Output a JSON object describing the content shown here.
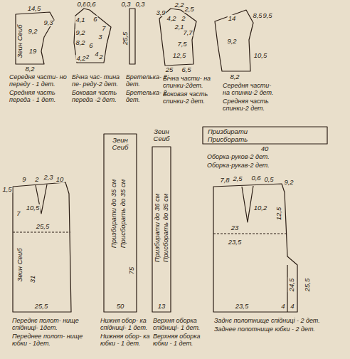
{
  "diagram": {
    "labels": [
      "14,5",
      "9,3",
      "9,2",
      "Зеин Сеиб",
      "19",
      "8,2",
      "Середня части- но переду - 1 дет.",
      "Средняя часть переда - 1 дет.",
      "0,8",
      "0,6",
      "4,1",
      "6",
      "7",
      "9,2",
      "3",
      "8,2",
      "6",
      "4",
      "12",
      "4,2",
      "2",
      "Бічна час- тина пе- реду-2 дет.",
      "Боковая часть переда -2 дет.",
      "0,3",
      "0,3",
      "25,5",
      "Бретелька- 2 дет.",
      "Бретелька- 2 дет.",
      "2,2",
      "2,5",
      "3,9",
      "4,2",
      "2",
      "2,1",
      "7,7",
      "7,5",
      "12,5",
      "25",
      "6,5",
      "Бічна части- на спинки-2дет.",
      "Боковая часть спинки-2 дет.",
      "14",
      "8,5",
      "9,5",
      "9,2",
      "10,5",
      "8,2",
      "Середня части- на спинки-2 дет.",
      "Средняя часть спинки-2 дет.",
      "Призбирати",
      "Присборать",
      "40",
      "Оборка-руков-2 дет.",
      "Оборка-рукав-2 дет.",
      "9",
      "2",
      "2,3",
      "10",
      "1,5",
      "10,5",
      "7",
      "25,5",
      "Зеин Сеиб",
      "31",
      "25,5",
      "Переднє полот- нище спідниці- 1дет.",
      "Переднее полот- нище юбки - 1дет.",
      "Зеин Сеиб",
      "Призбирати до 35 см",
      "Присборать до 35 см",
      "75",
      "50",
      "Нижня обор- ка спідниці- 1 дет.",
      "Нижняя обор- ка юбки - 1 дет.",
      "Зеин Сеиб",
      "Призбирати до 36 см",
      "Присборать до 35 см",
      "13",
      "Верхня оборка спідниці- 1 дет.",
      "Верхняя оборка юбки - 1 дет.",
      "7,8",
      "2,5",
      "0,6",
      "0,5",
      "9,2",
      "10,2",
      "12,5",
      "23",
      "23,5",
      "24,5",
      "25,5",
      "23,5",
      "4",
      "4",
      "Заднє полотнище спідниці - 2 дет.",
      "Заднее полотнище юбки - 2 дет."
    ]
  }
}
